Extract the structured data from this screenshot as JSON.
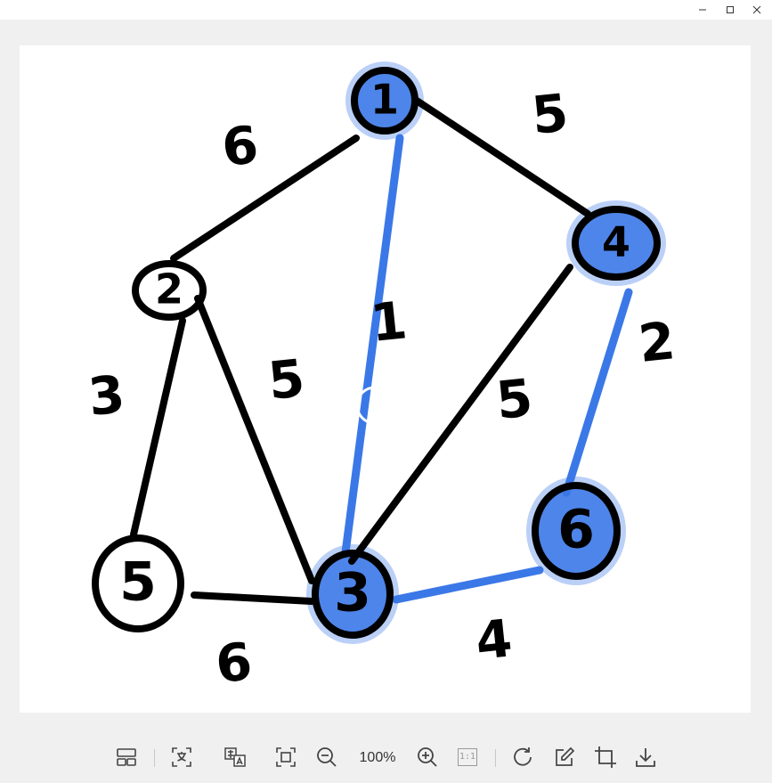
{
  "window": {
    "minimize_icon": "minimize-icon",
    "maximize_icon": "maximize-icon",
    "close_icon": "close-icon"
  },
  "graph": {
    "nodes": [
      {
        "id": "1",
        "label": "1",
        "highlighted": true
      },
      {
        "id": "2",
        "label": "2",
        "highlighted": false
      },
      {
        "id": "3",
        "label": "3",
        "highlighted": true
      },
      {
        "id": "4",
        "label": "4",
        "highlighted": true
      },
      {
        "id": "5",
        "label": "5",
        "highlighted": false
      },
      {
        "id": "6",
        "label": "6",
        "highlighted": true
      }
    ],
    "edges": [
      {
        "from": "1",
        "to": "2",
        "weight": "6",
        "in_tree": false
      },
      {
        "from": "1",
        "to": "4",
        "weight": "5",
        "in_tree": false
      },
      {
        "from": "1",
        "to": "3",
        "weight": "1",
        "in_tree": true
      },
      {
        "from": "2",
        "to": "5",
        "weight": "3",
        "in_tree": false
      },
      {
        "from": "2",
        "to": "3",
        "weight": "5",
        "in_tree": false
      },
      {
        "from": "4",
        "to": "3",
        "weight": "5",
        "in_tree": false
      },
      {
        "from": "4",
        "to": "6",
        "weight": "2",
        "in_tree": true
      },
      {
        "from": "5",
        "to": "3",
        "weight": "6",
        "in_tree": false
      },
      {
        "from": "3",
        "to": "6",
        "weight": "4",
        "in_tree": true
      }
    ],
    "highlight_color": "#3b78e7",
    "stroke_color": "#000000"
  },
  "toolbar": {
    "zoom_level": "100%",
    "actual_size_label": "1:1",
    "icons": [
      "layout-icon",
      "ocr-text-icon",
      "translate-icon",
      "fit-window-icon",
      "zoom-out-icon",
      "zoom-in-icon",
      "actual-size-icon",
      "rotate-icon",
      "edit-icon",
      "crop-icon",
      "download-icon"
    ]
  }
}
